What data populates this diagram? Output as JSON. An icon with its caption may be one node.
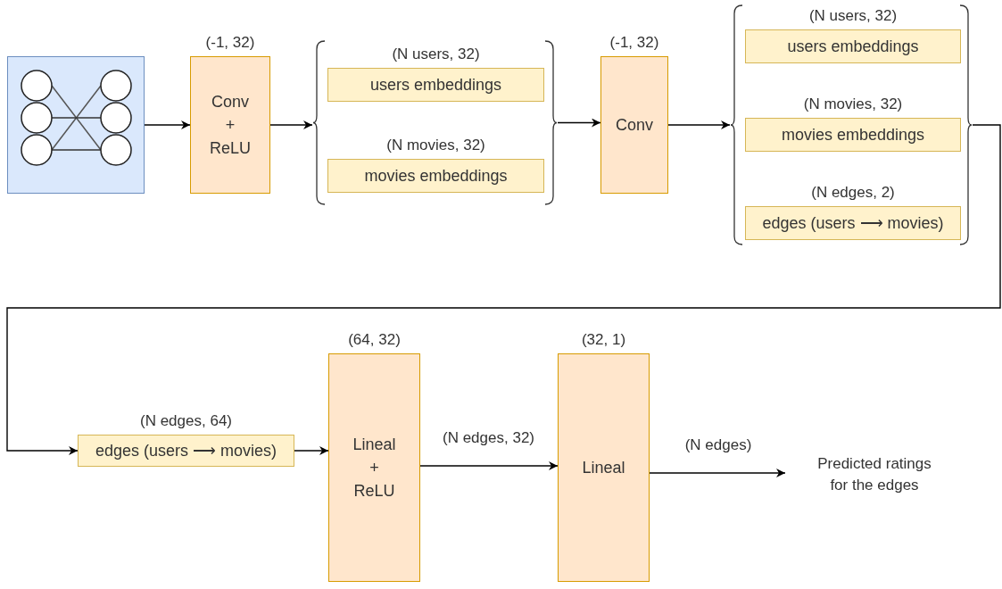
{
  "diagram": {
    "nodes": [
      {
        "text": [],
        "shape": "picture"
      },
      {
        "text": [
          "Conv + ReLU"
        ],
        "beside": [
          "(-1, 32)"
        ]
      },
      {
        "text": [],
        "shape": "brace"
      },
      {
        "text": [
          "users embeddings"
        ],
        "in": 2,
        "beside": [
          "(N users, 32)"
        ]
      },
      {
        "text": [
          "movies embeddings"
        ],
        "in": 2,
        "beside": [
          "(N movies, 32)"
        ]
      },
      {
        "text": [
          "Conv"
        ],
        "beside": [
          "(-1, 32)"
        ]
      },
      {
        "text": [],
        "shape": "brace"
      },
      {
        "text": [
          "users embeddings"
        ],
        "in": 6,
        "beside": [
          "(N users, 32)"
        ]
      },
      {
        "text": [
          "movies embeddings"
        ],
        "in": 6,
        "beside": [
          "(N movies, 32)"
        ]
      },
      {
        "text": [
          "edges (users ⟶ movies)"
        ],
        "in": 6,
        "beside": [
          "(N edges, 2)"
        ]
      },
      {
        "text": [
          "edges (users ⟶ movies)"
        ],
        "beside": [
          "(N edges, 64)"
        ]
      },
      {
        "text": [
          "Lineal + ReLU"
        ],
        "beside": [
          "(64, 32)"
        ]
      },
      {
        "text": [
          "Lineal"
        ],
        "beside": [
          "(32, 1)"
        ]
      },
      {
        "text": [
          "Predicted ratings for the edges"
        ]
      }
    ],
    "edges": [
      {
        "from": 0,
        "to": 1,
        "arrow": "to"
      },
      {
        "from": 1,
        "to": 2,
        "arrow": "to"
      },
      {
        "from": 2,
        "to": 5,
        "arrow": "to"
      },
      {
        "from": 5,
        "to": 6,
        "arrow": "to"
      },
      {
        "from": 6,
        "to": 10,
        "arrow": "to"
      },
      {
        "from": 10,
        "to": 11,
        "arrow": "to"
      },
      {
        "from": 11,
        "to": 12,
        "arrow": "to",
        "label": "(N edges, 32)"
      },
      {
        "from": 12,
        "to": 13,
        "arrow": "to",
        "label": "(N edges)"
      }
    ]
  }
}
